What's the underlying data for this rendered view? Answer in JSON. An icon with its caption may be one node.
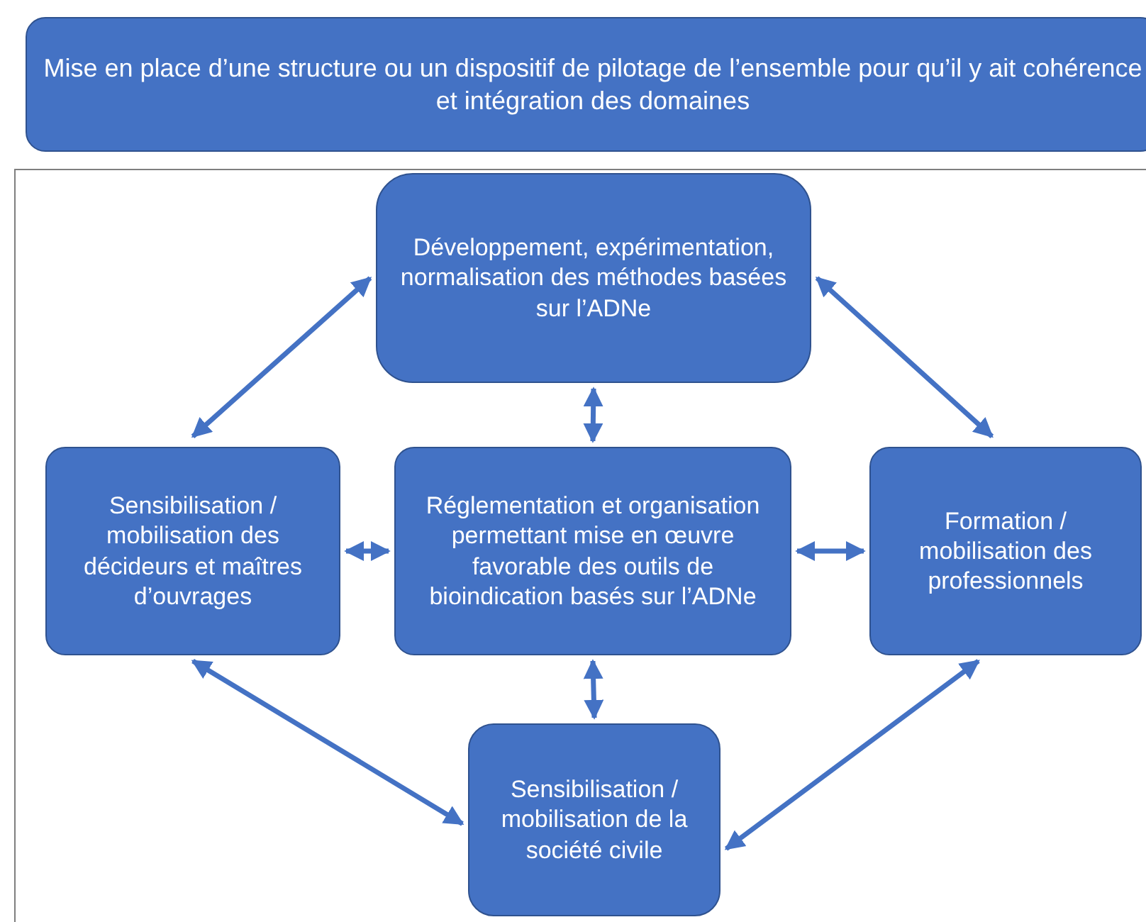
{
  "diagram": {
    "nodes": [
      {
        "text": [
          "Mise en place d’une structure ou un dispositif de pilotage de l’ensemble pour qu’il y ait cohérence et intégration des domaines"
        ]
      },
      {
        "text": [
          "Développement, expérimentation, normalisation des méthodes basées sur l’ADNe"
        ]
      },
      {
        "text": [
          "Sensibilisation / mobilisation des décideurs et maîtres d’ouvrages"
        ]
      },
      {
        "text": [
          "Réglementation et organisation permettant mise en œuvre favorable des outils de bioindication basés sur l’ADNe"
        ]
      },
      {
        "text": [
          "Formation / mobilisation des professionnels"
        ]
      },
      {
        "text": [
          "Sensibilisation / mobilisation de la société civile"
        ]
      }
    ],
    "edges": [
      {
        "from": 1,
        "to": 2,
        "arrow": "both"
      },
      {
        "from": 1,
        "to": 4,
        "arrow": "both"
      },
      {
        "from": 1,
        "to": 3,
        "arrow": "both"
      },
      {
        "from": 2,
        "to": 3,
        "arrow": "both"
      },
      {
        "from": 3,
        "to": 4,
        "arrow": "both"
      },
      {
        "from": 2,
        "to": 5,
        "arrow": "both"
      },
      {
        "from": 4,
        "to": 5,
        "arrow": "both"
      },
      {
        "from": 3,
        "to": 5,
        "arrow": "both"
      }
    ]
  }
}
